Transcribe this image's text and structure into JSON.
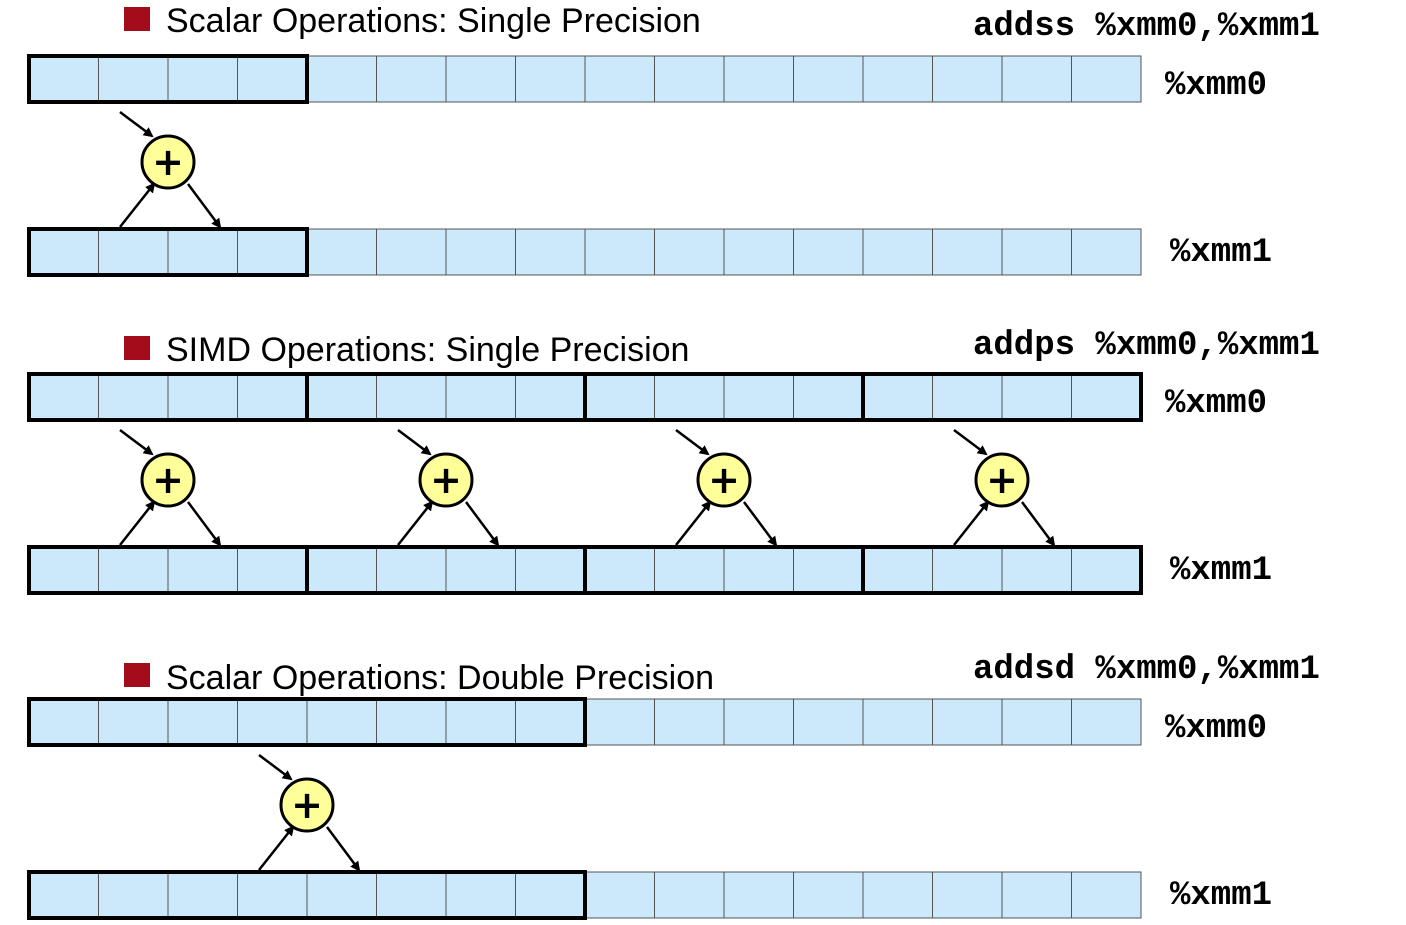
{
  "panels": [
    {
      "heading": "Scalar Operations: Single Precision",
      "instruction": "addss %xmm0,%xmm1",
      "src_register": "%xmm0",
      "dst_register": "%xmm1",
      "operator_symbol": "+",
      "cells_per_register": 16,
      "cells_per_lane": 4,
      "lanes_operated": 1
    },
    {
      "heading": "SIMD Operations: Single Precision",
      "instruction": "addps %xmm0,%xmm1",
      "src_register": "%xmm0",
      "dst_register": "%xmm1",
      "operator_symbol": "+",
      "cells_per_register": 16,
      "cells_per_lane": 4,
      "lanes_operated": 4
    },
    {
      "heading": "Scalar Operations: Double Precision",
      "instruction": "addsd %xmm0,%xmm1",
      "src_register": "%xmm0",
      "dst_register": "%xmm1",
      "operator_symbol": "+",
      "cells_per_register": 16,
      "cells_per_lane": 8,
      "lanes_operated": 1
    }
  ],
  "colors": {
    "cell_fill": "#cce8fb",
    "cell_border": "#555555",
    "lane_border": "#000000",
    "adder_fill": "#ffff99",
    "bullet": "#a50c1b"
  }
}
